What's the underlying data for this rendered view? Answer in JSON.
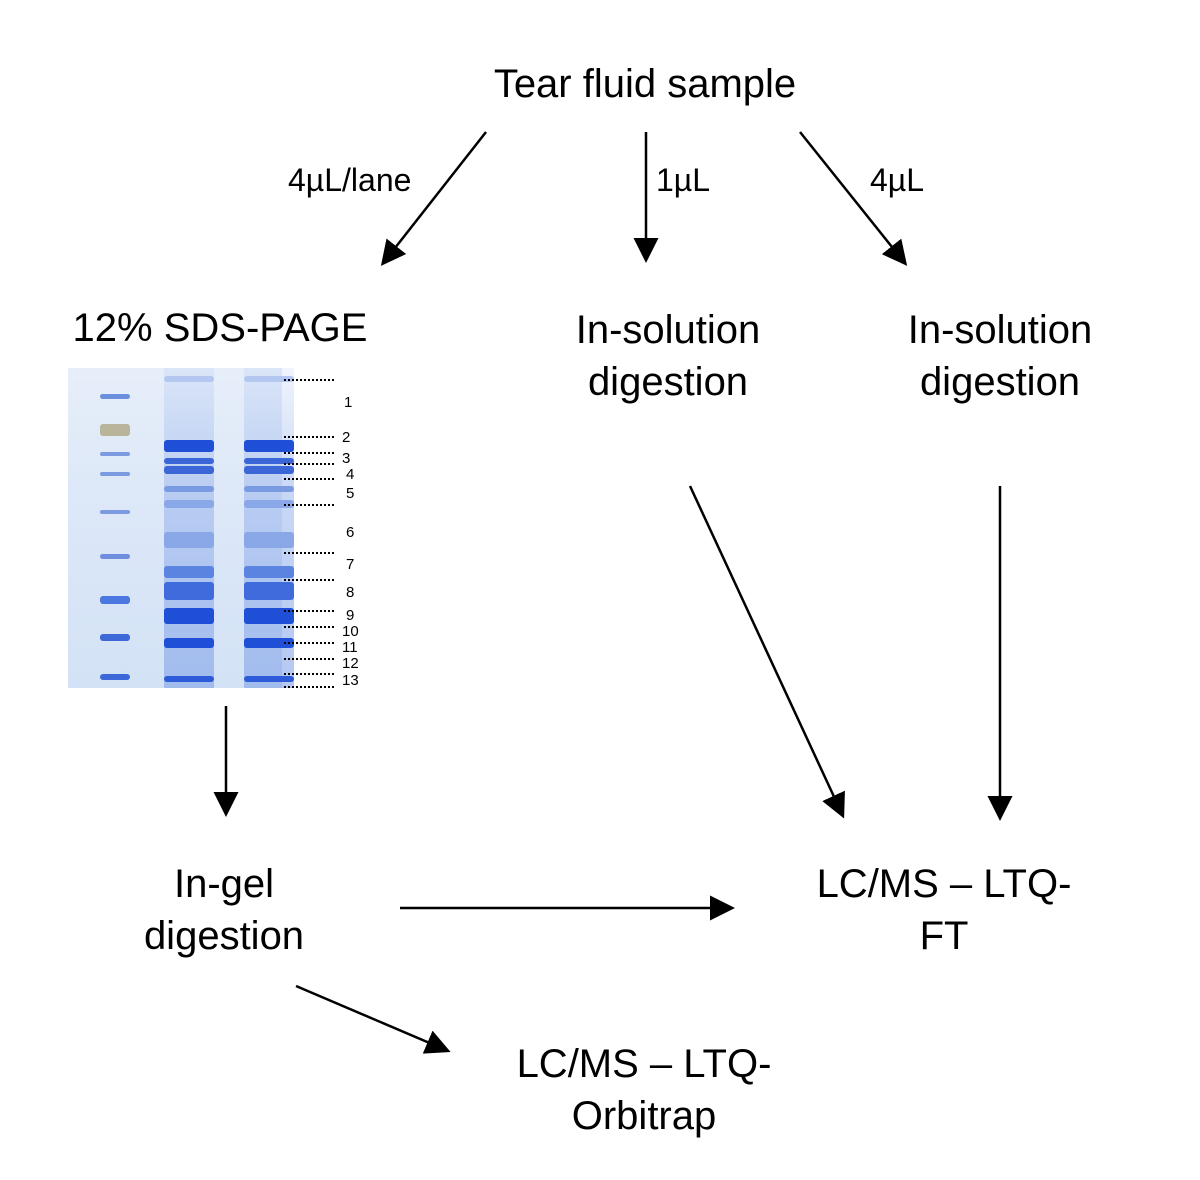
{
  "nodes": {
    "sample": "Tear fluid sample",
    "sds_page": "12% SDS-PAGE",
    "in_solution_1": [
      "In-solution",
      "digestion"
    ],
    "in_solution_2": [
      "In-solution",
      "digestion"
    ],
    "in_gel": [
      "In-gel",
      "digestion"
    ],
    "lc_ft": [
      "LC/MS – LTQ-",
      "FT"
    ],
    "lc_orbitrap": [
      "LC/MS – LTQ-",
      "Orbitrap"
    ]
  },
  "edge_labels": {
    "to_gel": "4µL/lane",
    "to_solution_1": "1µL",
    "to_solution_2": "4µL"
  },
  "gel": {
    "band_labels": [
      "1",
      "2",
      "3",
      "4",
      "5",
      "6",
      "7",
      "8",
      "9",
      "10",
      "11",
      "12",
      "13"
    ]
  },
  "colors": {
    "gel_background": "#dde8f8",
    "band_dark": "#1f4fd6",
    "band_mid": "#4a78e0",
    "band_light": "#9bb6ee",
    "arrow": "#000000"
  }
}
